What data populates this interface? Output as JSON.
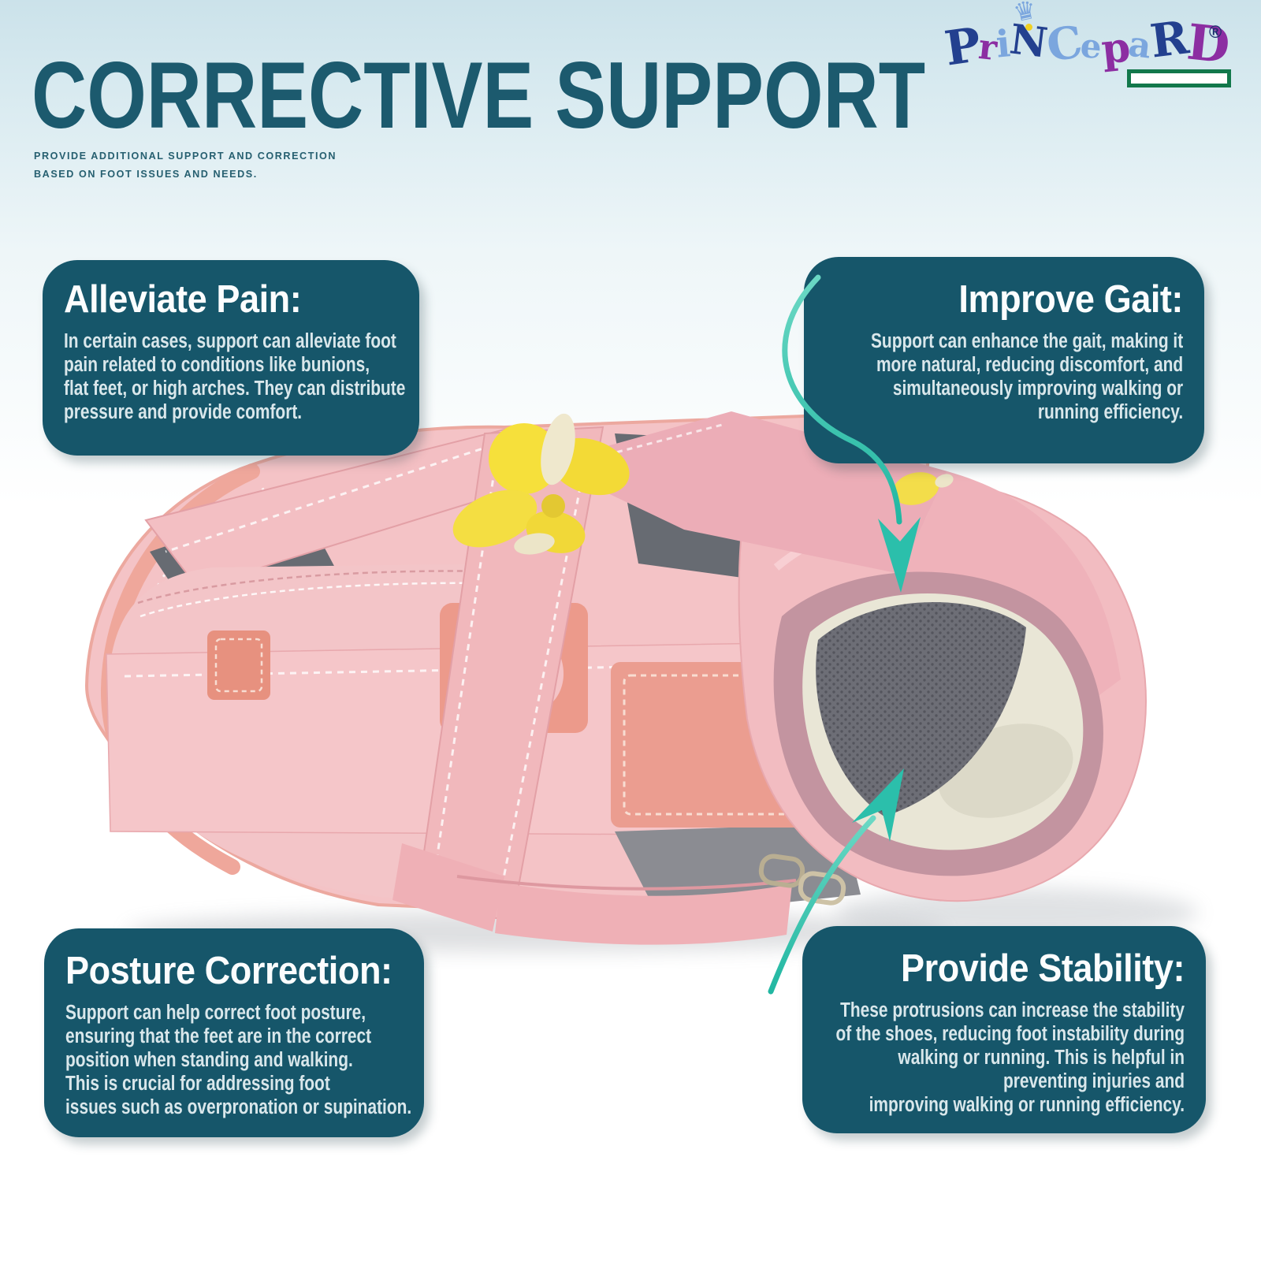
{
  "header": {
    "title": "CORRECTIVE SUPPORT",
    "subtitle_line1": "PROVIDE ADDITIONAL SUPPORT AND CORRECTION",
    "subtitle_line2": "BASED ON FOOT ISSUES AND NEEDS."
  },
  "logo": {
    "brand": "Princepard",
    "registered": "®",
    "letters": [
      {
        "ch": "P",
        "color": "#23408f"
      },
      {
        "ch": "r",
        "color": "#8c2ea2"
      },
      {
        "ch": "i",
        "color": "#7ba6de"
      },
      {
        "ch": "N",
        "color": "#23408f"
      },
      {
        "ch": "C",
        "color": "#7ba6de"
      },
      {
        "ch": "e",
        "color": "#7ba6de"
      },
      {
        "ch": "p",
        "color": "#8c2ea2"
      },
      {
        "ch": "a",
        "color": "#7ba6de"
      },
      {
        "ch": "R",
        "color": "#23408f"
      },
      {
        "ch": "D",
        "color": "#8c2ea2"
      }
    ],
    "crown_icon_color": "#7ba6de",
    "underline_color": "#12784b"
  },
  "callouts": {
    "alleviate_pain": {
      "heading": "Alleviate Pain:",
      "body": "In certain cases, support can alleviate foot\npain related to conditions like bunions,\nflat feet, or high arches. They can distribute\npressure and provide comfort."
    },
    "improve_gait": {
      "heading": "Improve Gait:",
      "body": "Support can enhance the gait, making it\nmore natural, reducing discomfort, and\nsimultaneously improving walking or\nrunning efficiency."
    },
    "posture_correction": {
      "heading": "Posture Correction:",
      "body": "Support can help correct foot posture,\nensuring that the feet are in the correct\nposition when standing and walking.\nThis is crucial for addressing foot\nissues such as overpronation or supination."
    },
    "provide_stability": {
      "heading": "Provide Stability:",
      "body": "These protrusions can increase the stability\nof the shoes, reducing foot instability during\nwalking or running. This is helpful in\npreventing injuries and\nimproving walking or running efficiency."
    }
  },
  "colors": {
    "title_text": "#1c5a6e",
    "subtitle_text": "#265f70",
    "callout_box": "#16566a",
    "callout_heading_text": "#fbfdfe",
    "callout_body_text": "#d9e7eb",
    "arrow": "#2fc0ac",
    "background_top": "#cbe2ea",
    "shoe_pink": "#f3c3c6",
    "shoe_salmon": "#ec9a8b",
    "flower_yellow": "#f5df3d"
  },
  "product": {
    "photo": "pink-orthopedic-sandal-top-view"
  }
}
